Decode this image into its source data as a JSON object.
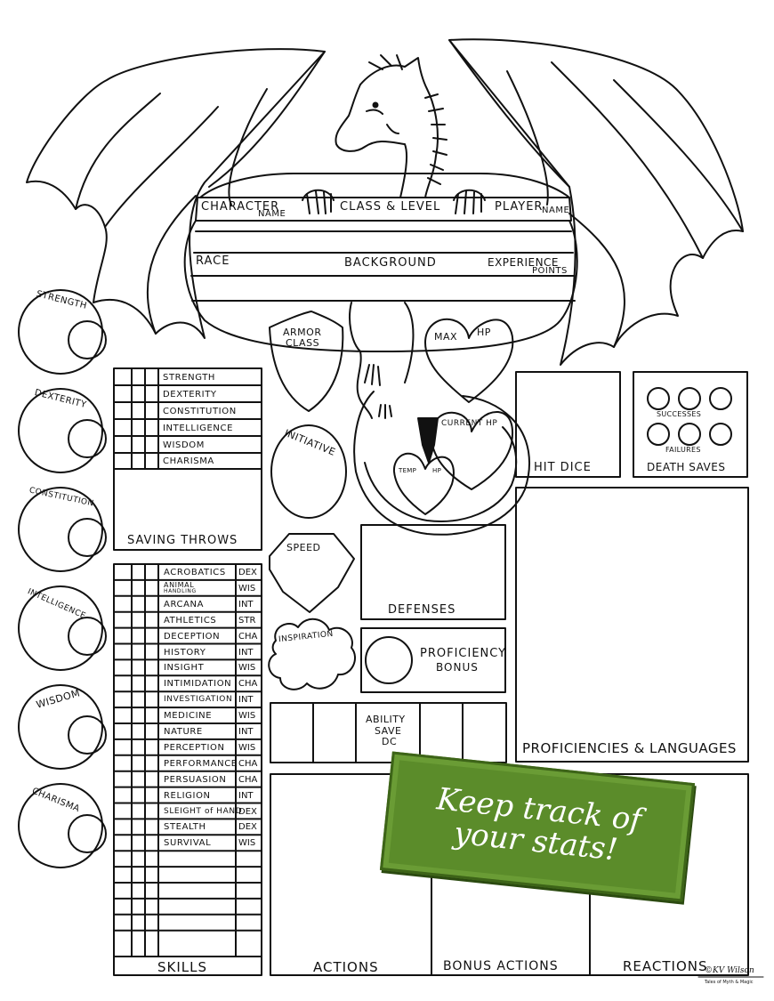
{
  "header": {
    "character_name": "CHARACTER",
    "character_name_sub": "NAME",
    "class_level": "CLASS & LEVEL",
    "player_name": "PLAYER",
    "player_name_sub": "NAME",
    "race": "RACE",
    "background": "BACKGROUND",
    "experience": "EXPERIENCE",
    "experience_sub": "POINTS"
  },
  "abilities": [
    "STRENGTH",
    "DEXTERITY",
    "CONSTITUTION",
    "INTELLIGENCE",
    "WISDOM",
    "CHARISMA"
  ],
  "saving_throws": {
    "rows": [
      "STRENGTH",
      "DEXTERITY",
      "CONSTITUTION",
      "INTELLIGENCE",
      "WISDOM",
      "CHARISMA"
    ],
    "title": "SAVING THROWS"
  },
  "skills": {
    "rows": [
      {
        "name": "ACROBATICS",
        "abbr": "DEX"
      },
      {
        "name": "ANIMAL",
        "name2": "HANDLING",
        "abbr": "WIS"
      },
      {
        "name": "ARCANA",
        "abbr": "INT"
      },
      {
        "name": "ATHLETICS",
        "abbr": "STR"
      },
      {
        "name": "DECEPTION",
        "abbr": "CHA"
      },
      {
        "name": "HISTORY",
        "abbr": "INT"
      },
      {
        "name": "INSIGHT",
        "abbr": "WIS"
      },
      {
        "name": "INTIMIDATION",
        "abbr": "CHA"
      },
      {
        "name": "INVESTIGATION",
        "abbr": "INT"
      },
      {
        "name": "MEDICINE",
        "abbr": "WIS"
      },
      {
        "name": "NATURE",
        "abbr": "INT"
      },
      {
        "name": "PERCEPTION",
        "abbr": "WIS"
      },
      {
        "name": "PERFORMANCE",
        "abbr": "CHA"
      },
      {
        "name": "PERSUASION",
        "abbr": "CHA"
      },
      {
        "name": "RELIGION",
        "abbr": "INT"
      },
      {
        "name": "SLEIGHT of HAND",
        "abbr": "DEX"
      },
      {
        "name": "STEALTH",
        "abbr": "DEX"
      },
      {
        "name": "SURVIVAL",
        "abbr": "WIS"
      }
    ],
    "title": "SKILLS"
  },
  "combat": {
    "armor_class_1": "ARMOR",
    "armor_class_2": "CLASS",
    "initiative": "INITIATIVE",
    "speed": "SPEED",
    "inspiration": "INSPIRATION",
    "max_hp_1": "MAX",
    "max_hp_2": "HP",
    "current_hp": "CURRENT HP",
    "temp_hp_1": "TEMP",
    "temp_hp_2": "HP",
    "hit_dice": "HIT DICE",
    "successes": "SUCCESSES",
    "failures": "FAILURES",
    "death_saves": "DEATH SAVES",
    "defenses": "DEFENSES",
    "proficiency_1": "PROFICIENCY",
    "proficiency_2": "BONUS",
    "ability_save_1": "ABILITY",
    "ability_save_2": "SAVE",
    "ability_save_3": "DC"
  },
  "sections": {
    "proficiencies": "PROFICIENCIES & LANGUAGES",
    "actions": "ACTIONS",
    "bonus_actions": "BONUS ACTIONS",
    "reactions": "REACTIONS"
  },
  "banner": {
    "line1": "Keep track of",
    "line2": "your stats!"
  },
  "signature": "©KV Wilson",
  "signature_sub": "Tales of Myth & Magic",
  "colors": {
    "banner_green": "#5b8c2a",
    "banner_border": "#3d6418"
  }
}
